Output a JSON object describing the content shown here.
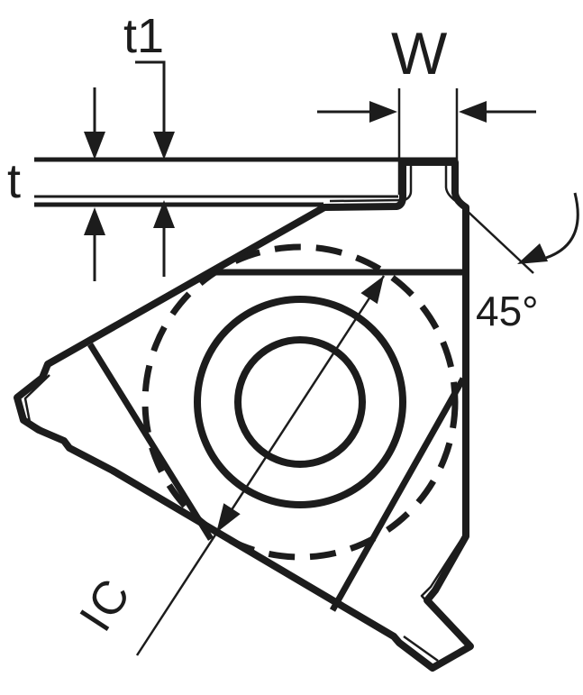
{
  "diagram": {
    "labels": {
      "tip_thickness": "t1",
      "thickness": "t",
      "tooth_width": "W",
      "chamfer_angle": "45°",
      "inscribed_circle": "IC"
    },
    "colors": {
      "outline": "#1c1c1c",
      "body_fill": "#d9dad8",
      "ring_fill": "#c6c7c9",
      "hole_fill": "#ffffff",
      "background": "#ffffff"
    }
  }
}
